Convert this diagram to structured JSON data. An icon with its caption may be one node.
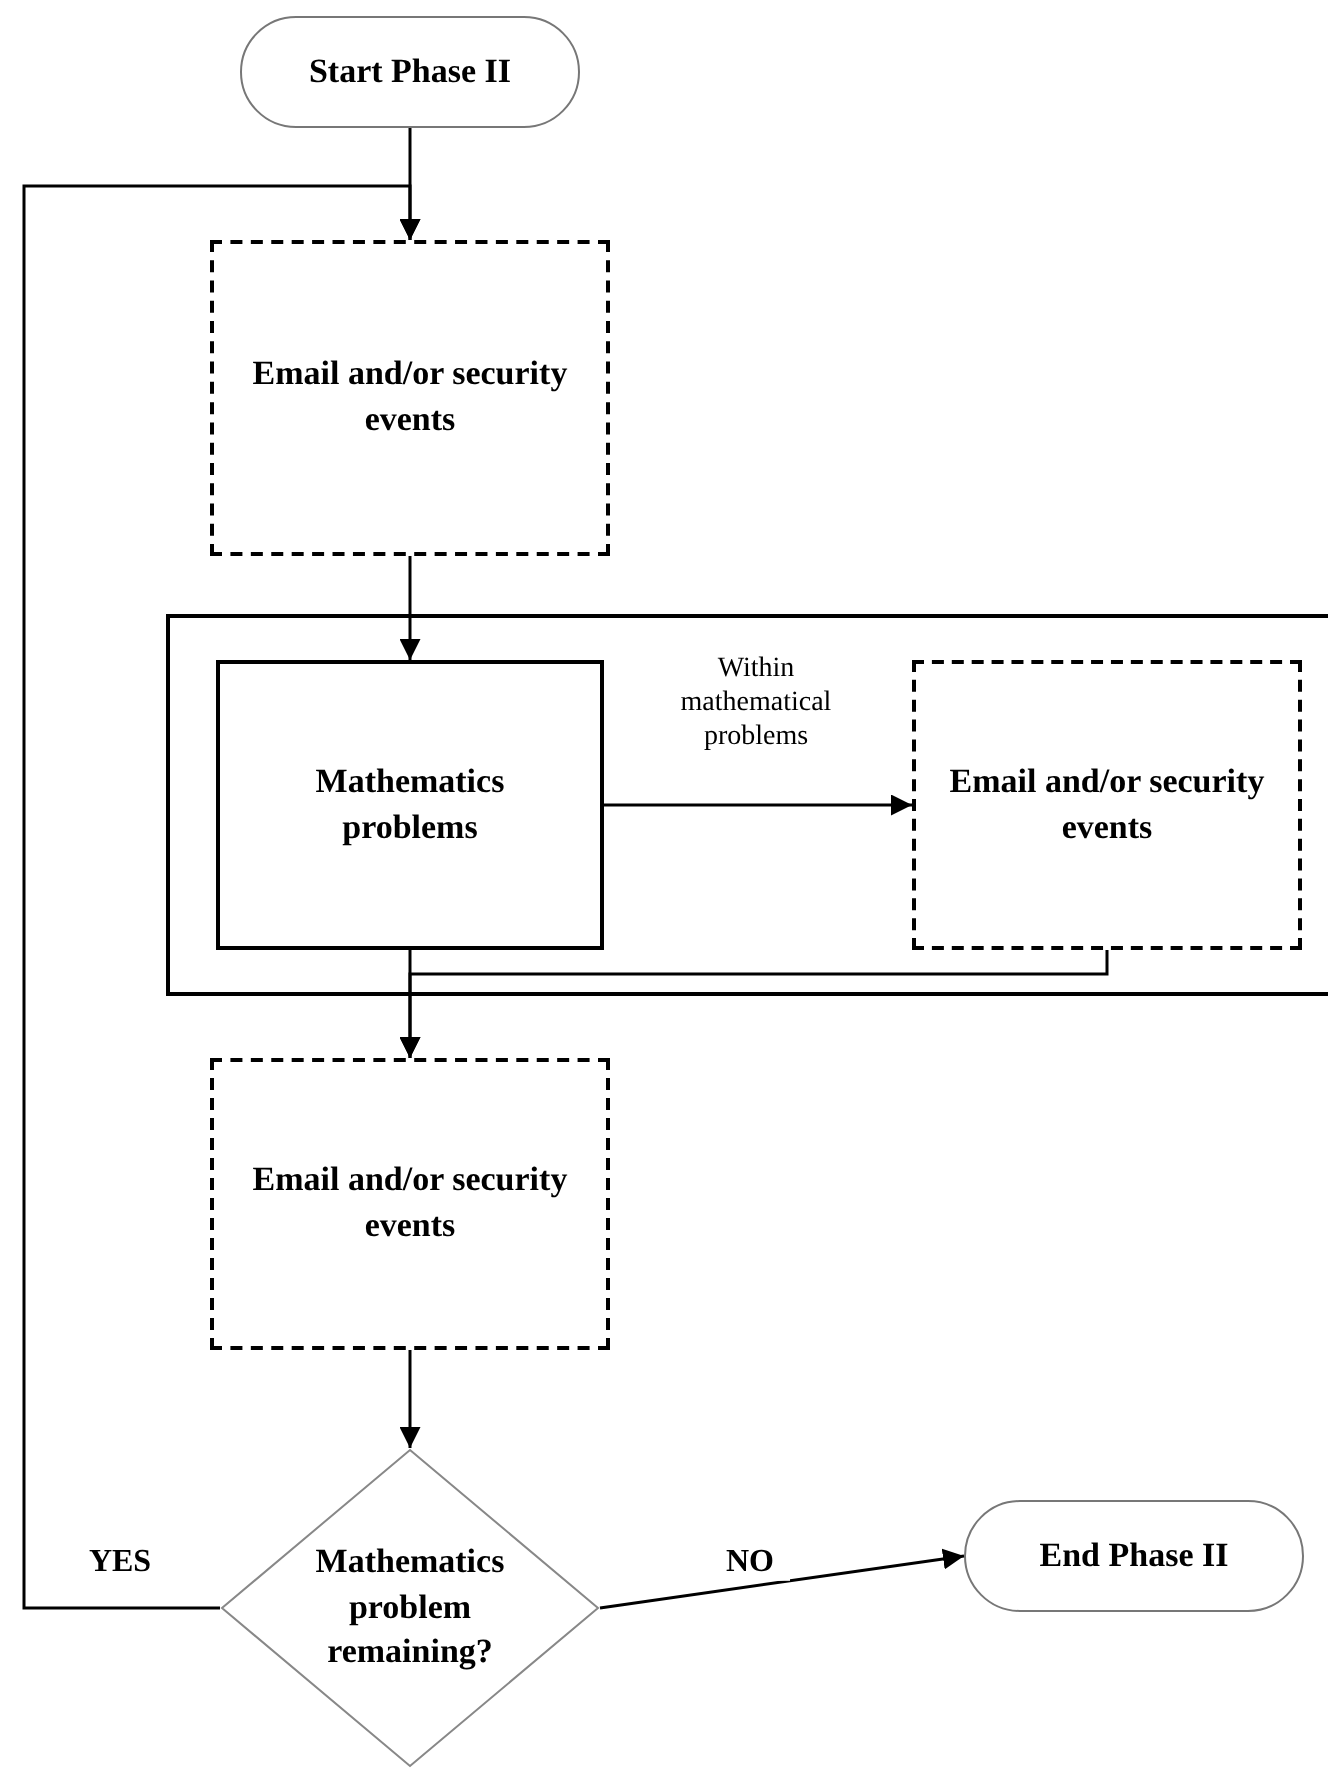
{
  "diagram": {
    "nodes": [
      {
        "text": [
          "Start Phase II"
        ]
      },
      {
        "text": [
          "Email and/or security events"
        ]
      },
      {
        "text": [],
        "shape": "box"
      },
      {
        "text": [
          "Mathematics problems"
        ],
        "in": 2
      },
      {
        "text": [
          "Email and/or security events"
        ],
        "in": 2
      },
      {
        "text": [
          "Email and/or security events"
        ]
      },
      {
        "text": [
          "Mathematics problem remaining?"
        ]
      },
      {
        "text": [
          "End Phase II"
        ]
      }
    ],
    "edges": [
      {
        "from": 0,
        "to": 1,
        "arrow": "to"
      },
      {
        "from": 1,
        "to": 3,
        "arrow": "to"
      },
      {
        "from": 3,
        "to": 4,
        "arrow": "to",
        "label": "Within mathematical problems"
      },
      {
        "from": 3,
        "to": 5,
        "arrow": "to"
      },
      {
        "from": 4,
        "to": 5,
        "arrow": "to"
      },
      {
        "from": 5,
        "to": 6,
        "arrow": "to"
      },
      {
        "from": 6,
        "to": 7,
        "arrow": "to",
        "label": "NO"
      },
      {
        "from": 6,
        "to": 1,
        "arrow": "to",
        "label": "YES"
      }
    ]
  }
}
